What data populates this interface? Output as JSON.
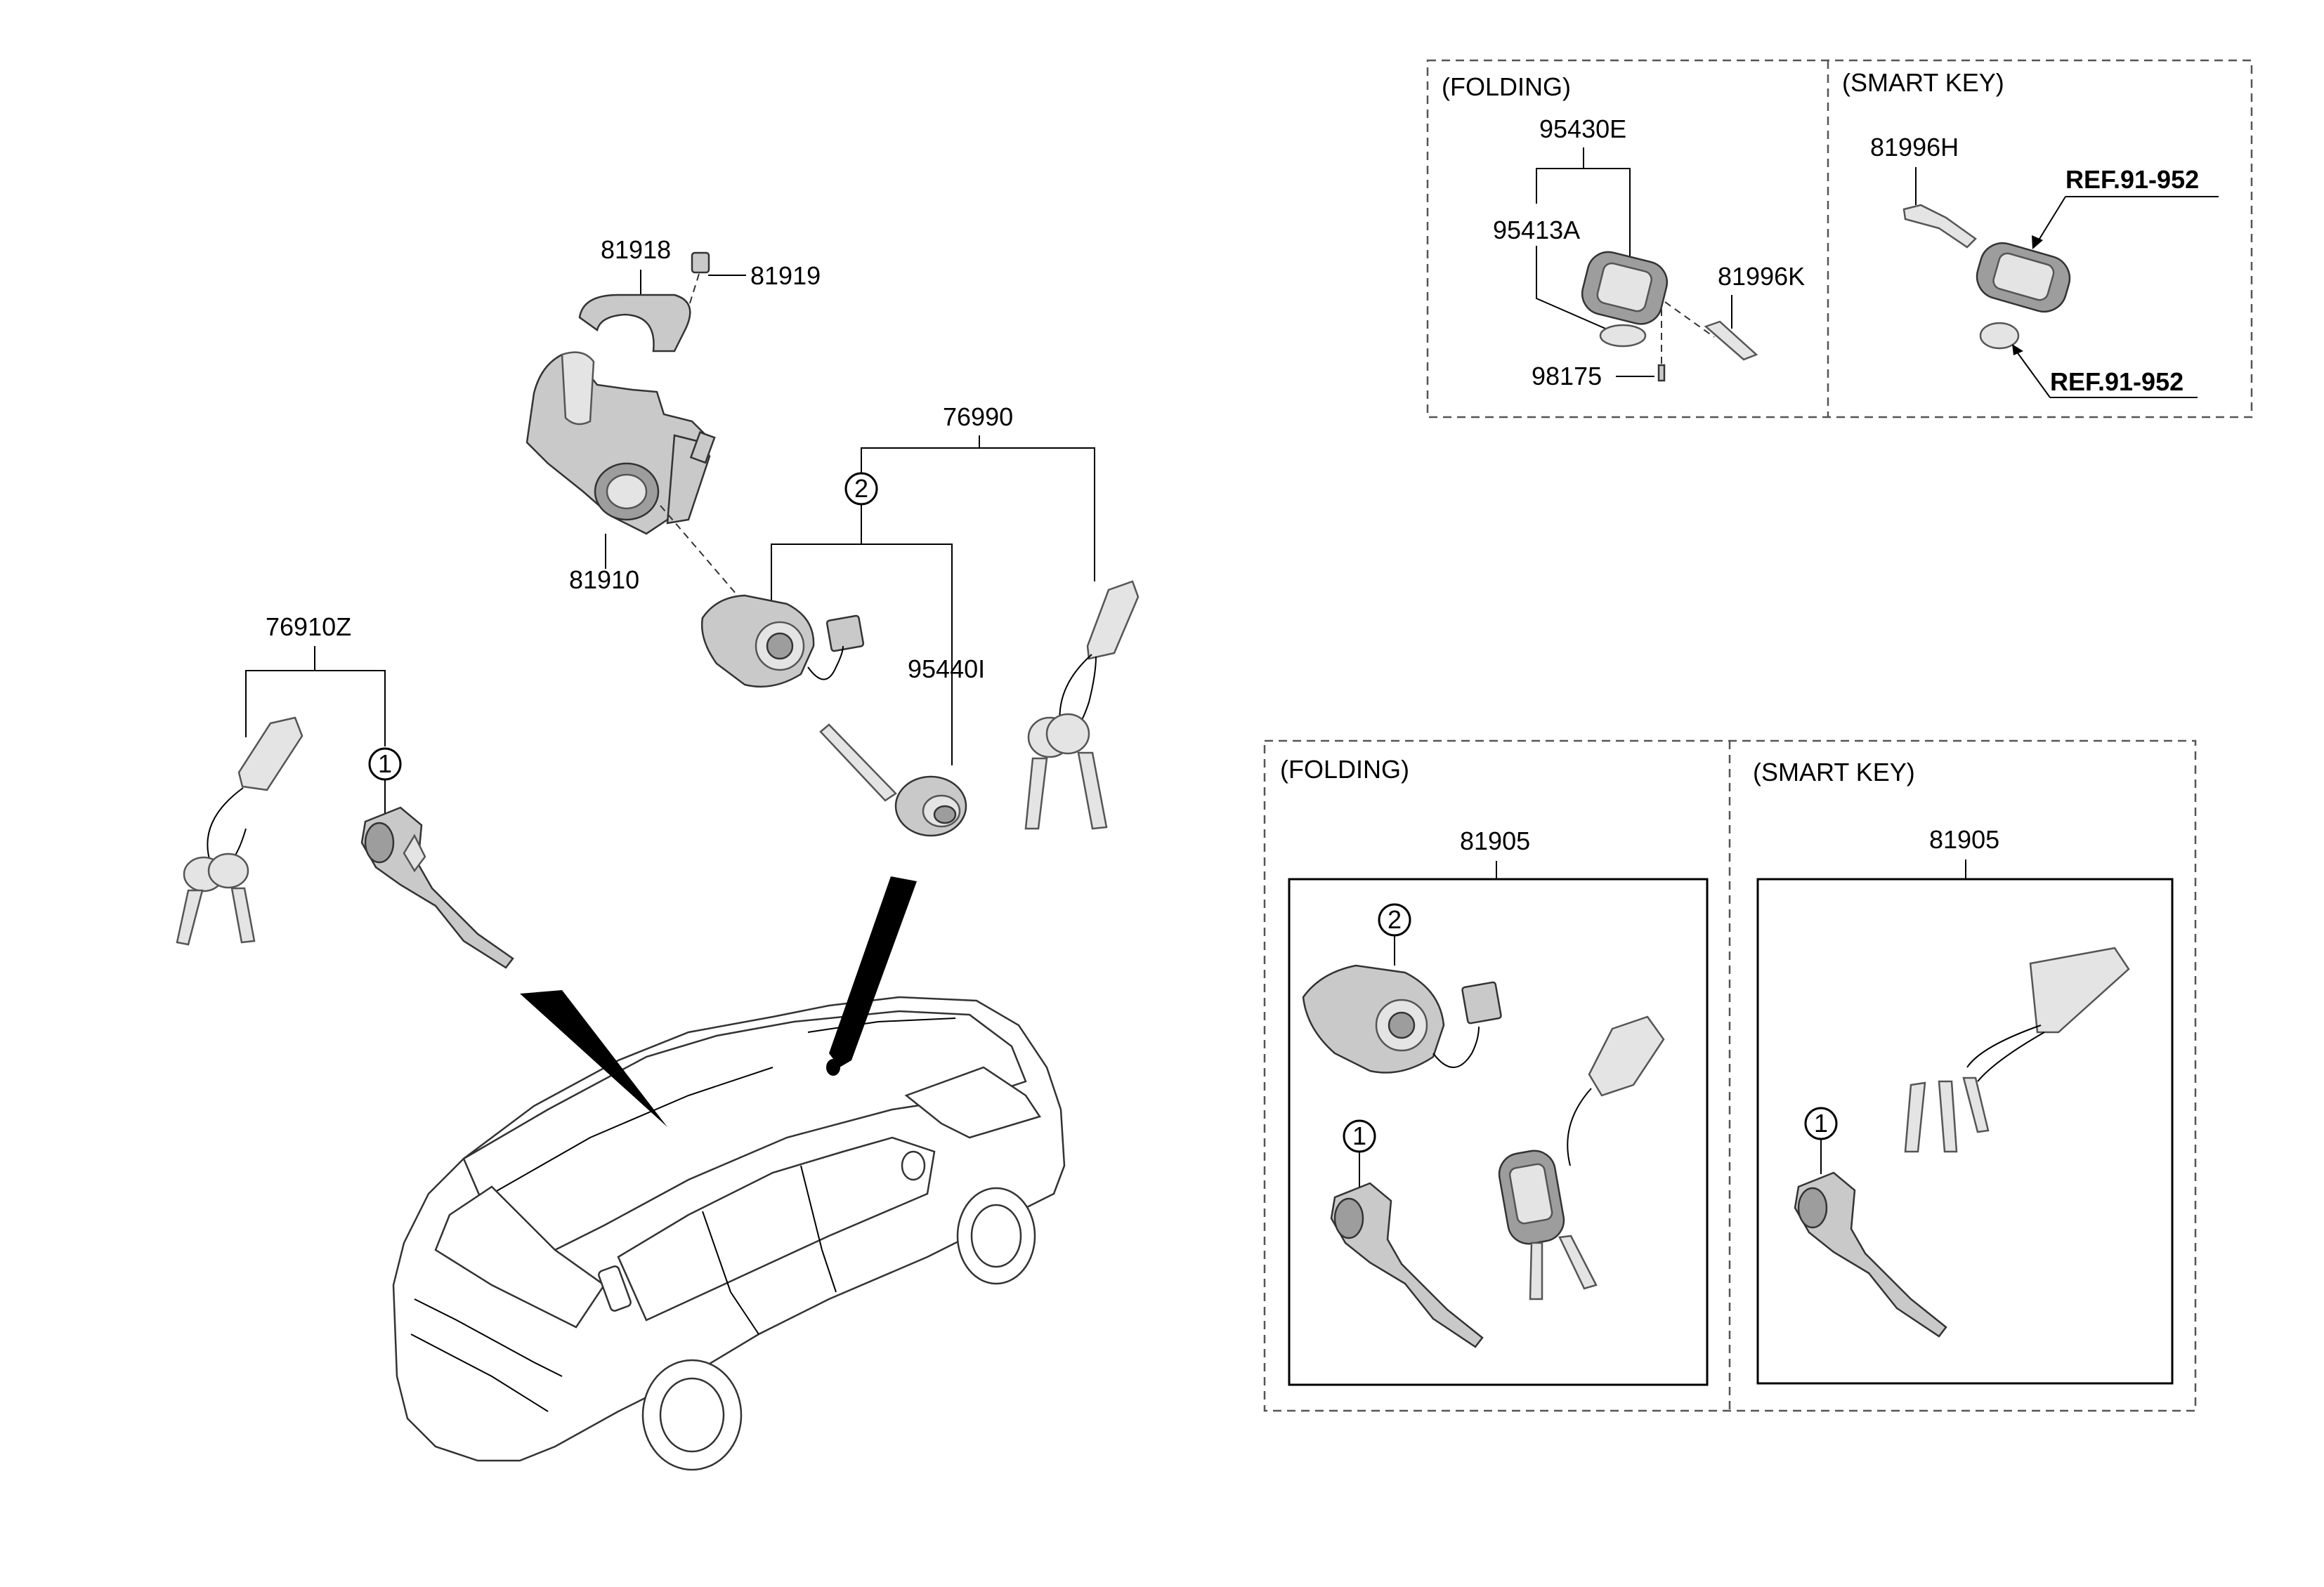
{
  "parts": {
    "p81918": "81918",
    "p81919": "81919",
    "p81910": "81910",
    "p76990": "76990",
    "p76910Z": "76910Z",
    "p95440I": "95440I"
  },
  "callouts": {
    "one": "1",
    "two": "2"
  },
  "panel_top": {
    "folding_title": "(FOLDING)",
    "smart_key_title": "(SMART KEY)",
    "p95430E": "95430E",
    "p95413A": "95413A",
    "p81996K": "81996K",
    "p98175": "98175",
    "p81996H": "81996H",
    "ref_upper": "REF.91-952",
    "ref_lower": "REF.91-952"
  },
  "panel_bottom": {
    "folding_title": "(FOLDING)",
    "smart_key_title": "(SMART KEY)",
    "folding_part": "81905",
    "smart_part": "81905"
  }
}
